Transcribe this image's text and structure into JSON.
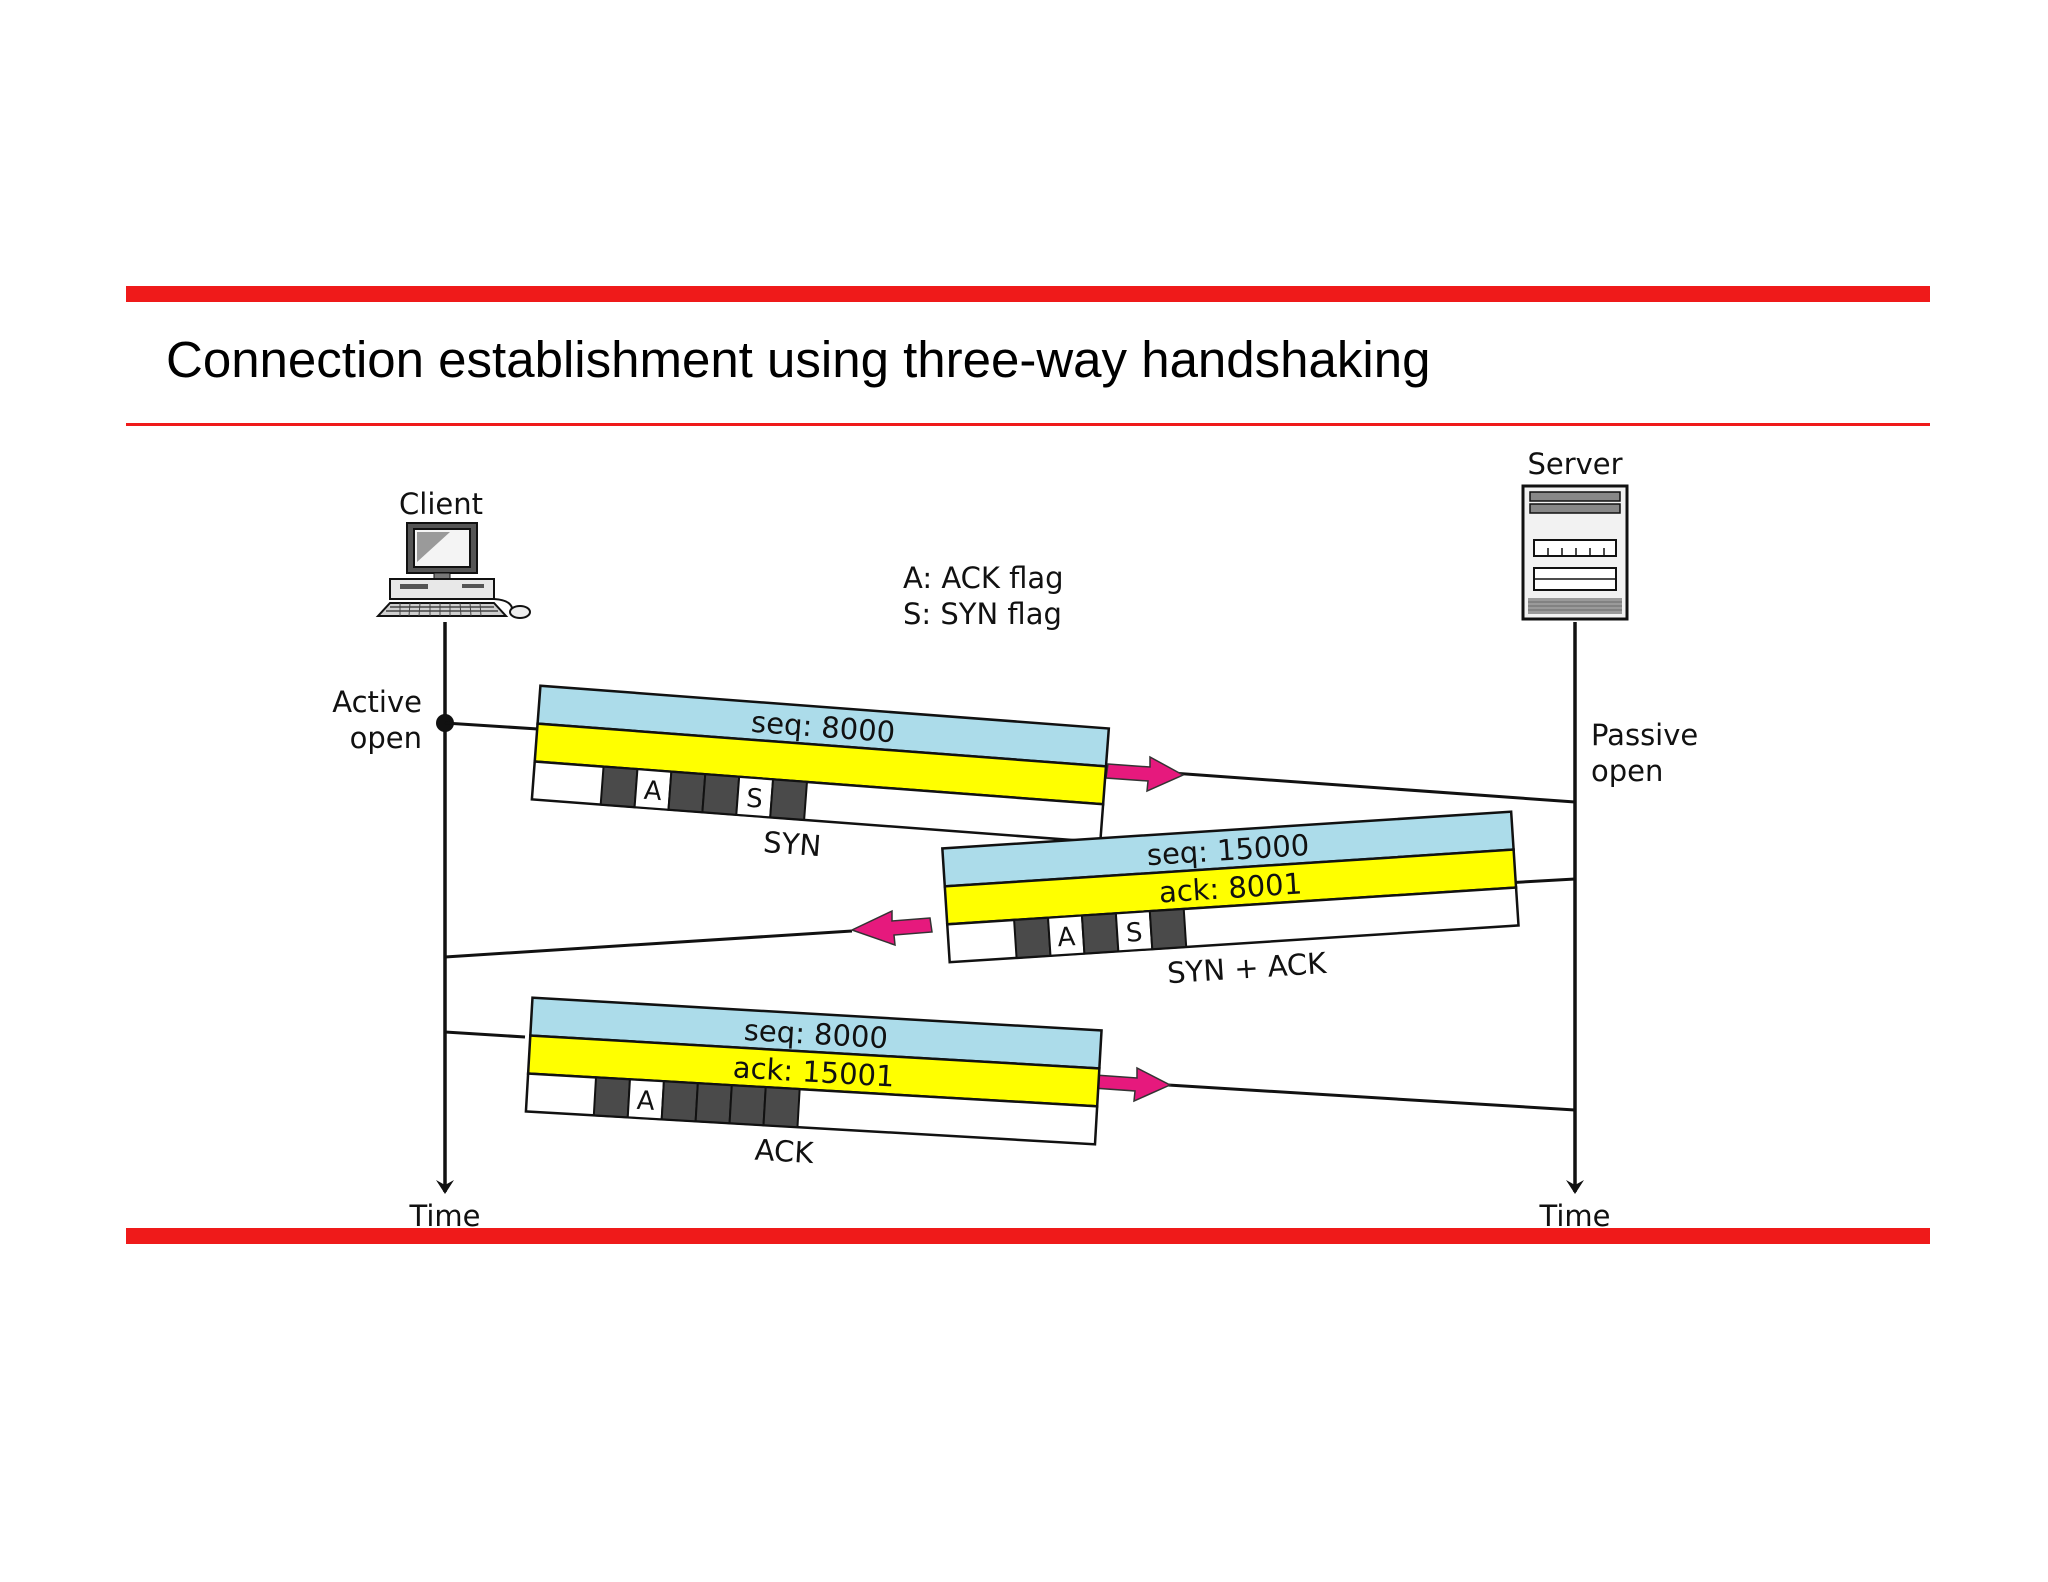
{
  "slide": {
    "title": "Connection establishment using three-way handshaking"
  },
  "legend": {
    "line1": "A: ACK flag",
    "line2": "S: SYN flag"
  },
  "nodes": {
    "client": {
      "label": "Client",
      "event": [
        "Active",
        "open"
      ],
      "axis": "Time"
    },
    "server": {
      "label": "Server",
      "event": [
        "Passive",
        "open"
      ],
      "axis": "Time"
    }
  },
  "segments": [
    {
      "name": "SYN",
      "seq": "seq: 8000",
      "ack": "",
      "flags": [
        "",
        "A",
        "",
        "",
        "S",
        ""
      ]
    },
    {
      "name": "SYN + ACK",
      "seq": "seq: 15000",
      "ack": "ack: 8001",
      "flags": [
        "",
        "A",
        "",
        "S",
        ""
      ]
    },
    {
      "name": "ACK",
      "seq": "seq: 8000",
      "ack": "ack: 15001",
      "flags": [
        "",
        "A",
        "",
        "",
        "",
        ""
      ]
    }
  ],
  "colors": {
    "accent_red": "#ef1a1a",
    "seq_band": "#acdcea",
    "ack_band": "#ffff00",
    "flag_dark": "#4a4a4a",
    "arrow": "#e6197d"
  }
}
